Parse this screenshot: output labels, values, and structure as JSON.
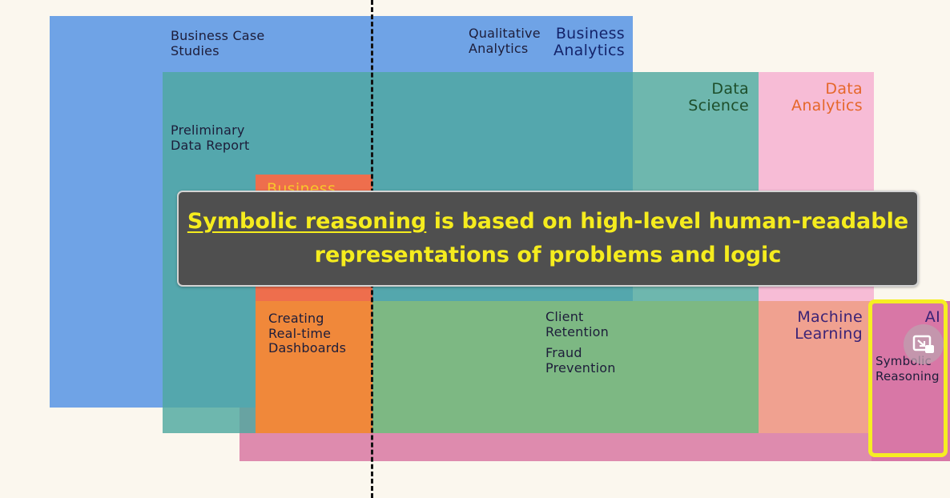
{
  "regions": {
    "business_analytics": {
      "title": "Business\nAnalytics",
      "color": "#6fa3e6"
    },
    "data_science": {
      "title": "Data\nScience",
      "color": "#56a8a1"
    },
    "data_analytics": {
      "title": "Data\nAnalytics",
      "color": "#f7bcd6"
    },
    "business_intelligence": {
      "title": "Business",
      "color": "#ee6e4d"
    },
    "machine_learning": {
      "title": "Machine\nLearning",
      "color": "#dd8aae"
    },
    "ai": {
      "title": "AI"
    }
  },
  "labels": {
    "business_case_studies": "Business Case\nStudies",
    "qualitative_analytics": "Qualitative\nAnalytics",
    "preliminary_data_report": "Preliminary\nData Report",
    "creating_dashboards": "Creating\nReal-time\nDashboards",
    "client_retention": "Client\nRetention",
    "fraud_prevention": "Fraud\nPrevention",
    "symbolic_reasoning": "Symbolic\nReasoning"
  },
  "banner": {
    "keyword": "Symbolic reasoning",
    "line1_rest": " is based on high-level human-readable",
    "line2": "representations of problems and logic"
  },
  "controls": {
    "expand_icon": "picture-in-picture-exit-icon"
  }
}
